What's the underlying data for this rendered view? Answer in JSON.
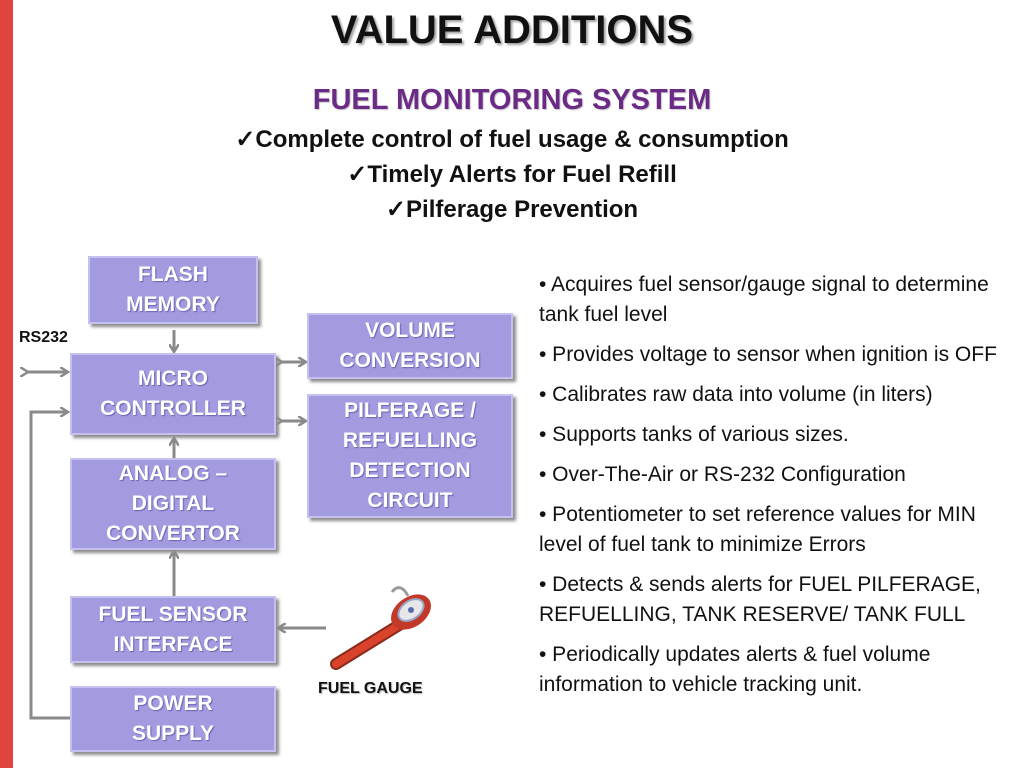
{
  "title": "VALUE ADDITIONS",
  "subtitle": "FUEL MONITORING SYSTEM",
  "check_items": [
    "Complete control of fuel usage & consumption",
    "Timely Alerts for Fuel Refill",
    "Pilferage Prevention"
  ],
  "check_mark": "✓",
  "blocks": {
    "flash_memory": "FLASH\nMEMORY",
    "micro_controller": "MICRO\nCONTROLLER",
    "adc": "ANALOG –\nDIGITAL\nCONVERTOR",
    "fuel_sensor_interface": "FUEL SENSOR\nINTERFACE",
    "power_supply": "POWER\nSUPPLY",
    "volume_conversion": "VOLUME\nCONVERSION",
    "pilferage_circuit": "PILFERAGE /\nREFUELLING\nDETECTION\nCIRCUIT"
  },
  "rs232_label": "RS232",
  "fuel_gauge_label": "FUEL GAUGE",
  "bullets": [
    "• Acquires fuel sensor/gauge signal to determine tank fuel level",
    "• Provides voltage to sensor when ignition is OFF",
    "• Calibrates raw data into volume (in liters)",
    "• Supports tanks of various sizes.",
    "• Over-The-Air or RS-232 Configuration",
    "• Potentiometer to set reference values for MIN level of fuel tank to minimize Errors",
    "• Detects & sends alerts for FUEL PILFERAGE,  REFUELLING,  TANK RESERVE/ TANK FULL",
    "• Periodically updates alerts & fuel volume information to vehicle tracking unit."
  ],
  "colors": {
    "accent_bar": "#e0443f",
    "block_fill": "#a39be0",
    "subtitle": "#6a2a86",
    "connector": "#8a8a8a"
  }
}
